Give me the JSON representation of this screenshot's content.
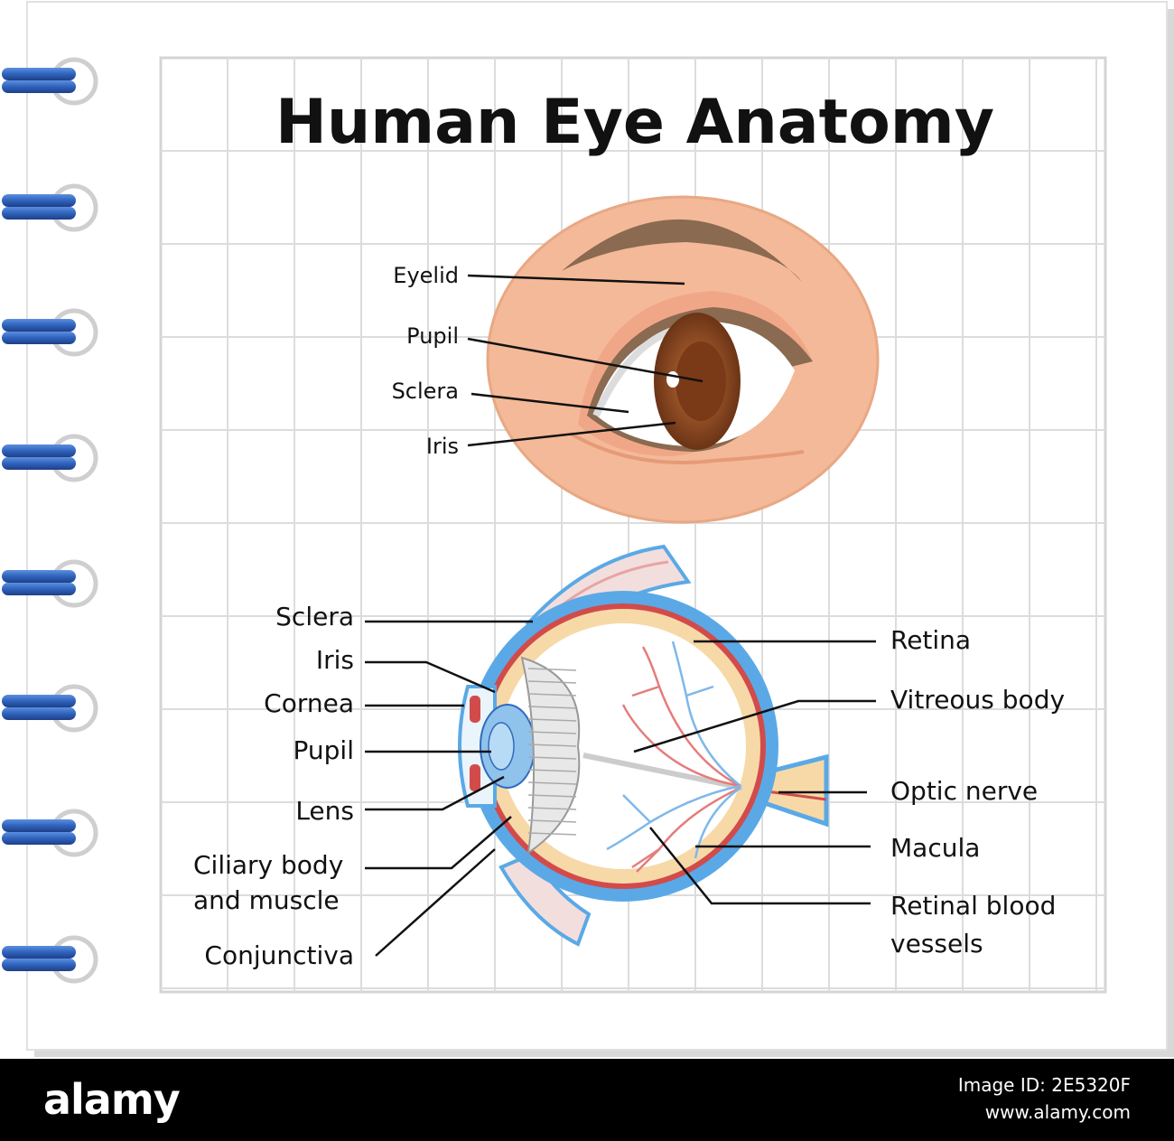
{
  "diagram": {
    "title": "Human Eye Anatomy",
    "external_eye_labels": [
      "Eyelid",
      "Pupil",
      "Sclera",
      "Iris"
    ],
    "cross_section_left_labels": [
      "Sclera",
      "Iris",
      "Cornea",
      "Pupil",
      "Lens",
      "Ciliary body",
      "and muscle",
      "Conjunctiva"
    ],
    "cross_section_right_labels": [
      "Retina",
      "Vitreous body",
      "Optic nerve",
      "Macula",
      "Retinal blood",
      "vessels"
    ]
  },
  "footer": {
    "brand": "alamy",
    "image_id_label": "Image ID: 2E5320F",
    "site": "www.alamy.com"
  },
  "colors": {
    "paper": "#ffffff",
    "grid": "#d9d9d9",
    "skin": "#f4b998",
    "eyebrow": "#8a6a50",
    "iris": "#8b4a22",
    "sclera_blue": "#5aa9e6",
    "choroid_red": "#d24b4b",
    "retina_tan": "#f7d9a8",
    "spiral": "#2f6bbd"
  }
}
